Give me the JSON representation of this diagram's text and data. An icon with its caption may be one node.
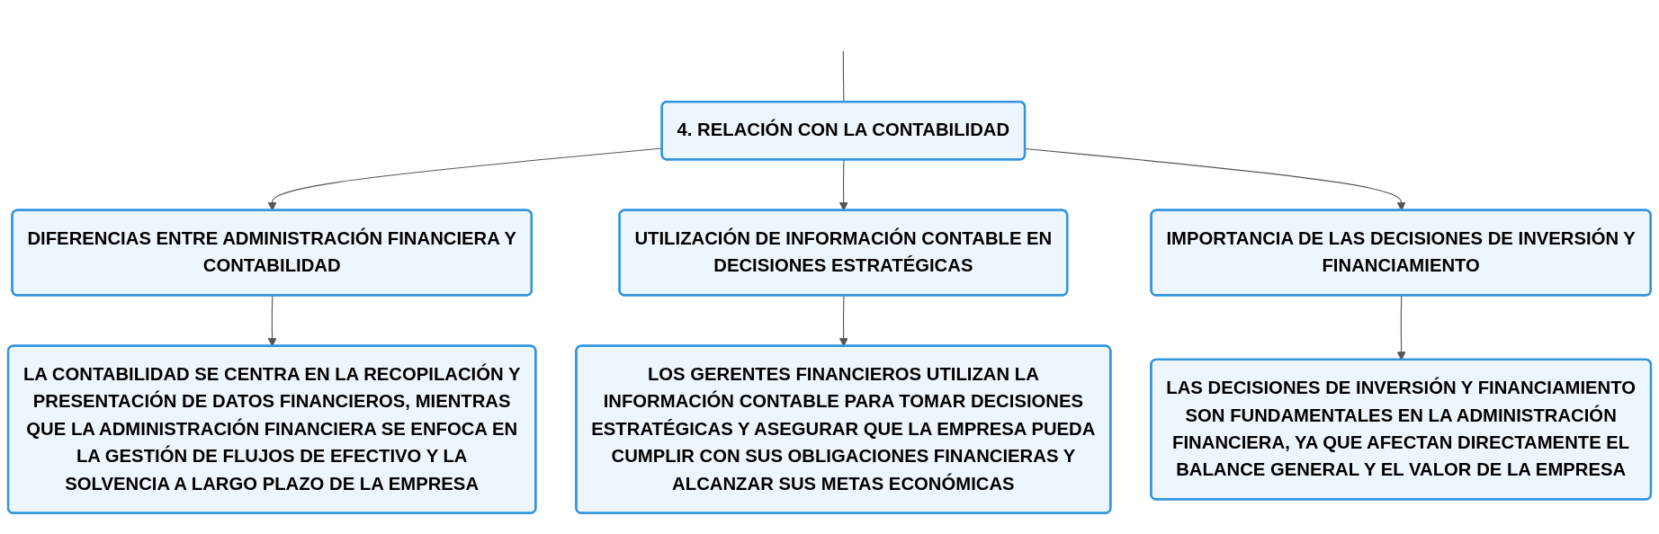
{
  "diagram": {
    "nodes": [
      {
        "text": [
          "4. RELACIÓN CON LA CONTABILIDAD"
        ]
      },
      {
        "text": [
          "DIFERENCIAS ENTRE ADMINISTRACIÓN FINANCIERA Y CONTABILIDAD"
        ]
      },
      {
        "text": [
          "UTILIZACIÓN DE INFORMACIÓN CONTABLE EN DECISIONES ESTRATÉGICAS"
        ]
      },
      {
        "text": [
          "IMPORTANCIA DE LAS DECISIONES DE INVERSIÓN Y FINANCIAMIENTO"
        ]
      },
      {
        "text": [
          "LA CONTABILIDAD SE CENTRA EN LA RECOPILACIÓN Y PRESENTACIÓN DE DATOS FINANCIEROS, MIENTRAS QUE LA ADMINISTRACIÓN FINANCIERA SE ENFOCA EN LA GESTIÓN DE FLUJOS DE EFECTIVO Y LA SOLVENCIA A LARGO PLAZO DE LA EMPRESA"
        ]
      },
      {
        "text": [
          "LOS GERENTES FINANCIEROS UTILIZAN LA INFORMACIÓN CONTABLE PARA TOMAR DECISIONES ESTRATÉGICAS Y ASEGURAR QUE LA EMPRESA PUEDA CUMPLIR CON SUS OBLIGACIONES FINANCIERAS Y ALCANZAR SUS METAS ECONÓMICAS"
        ]
      },
      {
        "text": [
          "LAS DECISIONES DE INVERSIÓN Y FINANCIAMIENTO SON FUNDAMENTALES EN LA ADMINISTRACIÓN FINANCIERA, YA QUE AFECTAN DIRECTAMENTE EL BALANCE GENERAL Y EL VALOR DE LA EMPRESA"
        ]
      }
    ],
    "edges": [
      {
        "from": null,
        "to": 0,
        "arrow": "none"
      },
      {
        "from": 0,
        "to": 1,
        "arrow": "to"
      },
      {
        "from": 0,
        "to": 2,
        "arrow": "to"
      },
      {
        "from": 0,
        "to": 3,
        "arrow": "to"
      },
      {
        "from": 1,
        "to": 4,
        "arrow": "to"
      },
      {
        "from": 2,
        "to": 5,
        "arrow": "to"
      },
      {
        "from": 3,
        "to": 6,
        "arrow": "to"
      }
    ]
  }
}
